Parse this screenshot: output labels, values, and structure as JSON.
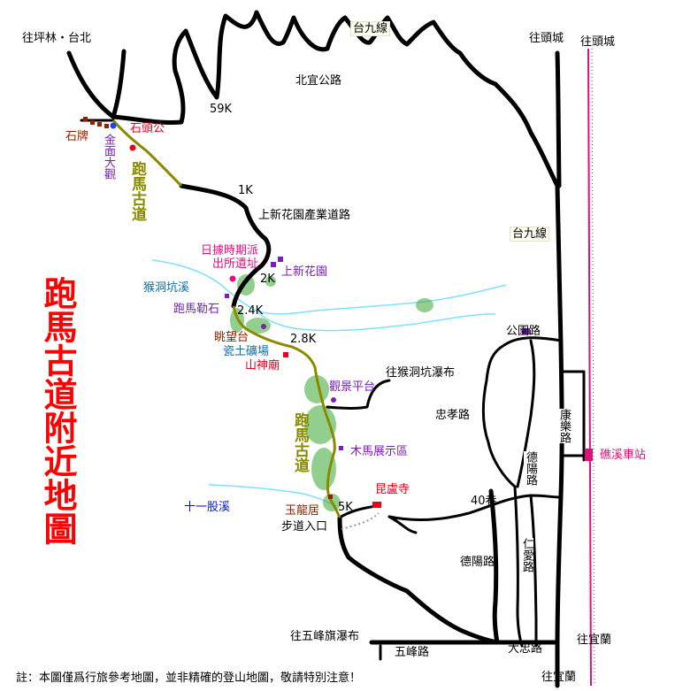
{
  "title": "跑馬古道附近地圖",
  "trail_name": "跑馬古道",
  "note": "註：本圖僅爲行旅參考地圖，並非精確的登山地圖，敬請特別注意！",
  "labels": {
    "to_pinglin_taipei": "往坪林・台北",
    "to_toucheng_1": "往頭城",
    "to_toucheng_2": "往頭城",
    "to_yilan_1": "往宜蘭",
    "to_yilan_2": "往宜蘭",
    "hw9_top": "台九線",
    "hw9_mid": "台九線",
    "beiyi_road": "北宜公路",
    "km59": "59K",
    "km1": "1K",
    "km2": "2K",
    "km24": "2.4K",
    "km28": "2.8K",
    "km5": "5K",
    "shipai": "石牌",
    "jinmian": "金面大觀",
    "shitougong": "石頭公",
    "shangxinhua_road": "上新花園產業道路",
    "jp_police": "日據時期派出所遺址",
    "shangxinhua": "上新花園",
    "houdong_stream": "猴洞坑溪",
    "paoma_rock": "跑馬勒石",
    "tiaowangtai": "眺望台",
    "clay_mine": "瓷土礦場",
    "shanshen_temple": "山神廟",
    "to_waterfall": "往猴洞坑瀑布",
    "guanjing": "觀景平台",
    "muma": "木馬展示區",
    "shiyigu_stream": "十一股溪",
    "yulong": "玉龍居",
    "trail_entrance": "步道入口",
    "kunlu_temple": "昆盧寺",
    "lane40": "40巷",
    "park_road": "公園路",
    "zhongxiao_road": "忠孝路",
    "kangle_road": "康樂路",
    "deyang_road_v": "德陽路",
    "deyang_road": "德陽路",
    "renai_road": "仁愛路",
    "jiaoxi_station": "礁溪車站",
    "to_wufeng_falls": "往五峰旗瀑布",
    "wufeng_road": "五峰路",
    "dazhong_road": "大忠路"
  },
  "colors": {
    "road": "#000000",
    "trail": "#8a8a00",
    "stream": "#7ee0ff",
    "forest": "#3aa833",
    "railway": "#e0107a",
    "title": "#ff0000"
  }
}
